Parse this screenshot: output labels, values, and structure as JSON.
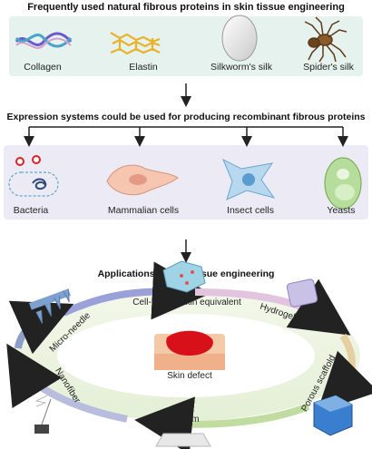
{
  "section1": {
    "title": "Frequently used natural fibrous proteins in skin tissue engineering",
    "items": [
      {
        "label": "Collagen",
        "icon": "collagen-triple-helix-icon"
      },
      {
        "label": "Elastin",
        "icon": "elastin-network-icon"
      },
      {
        "label": "Silkworm's silk",
        "icon": "silkworm-cocoon-icon"
      },
      {
        "label": "Spider's silk",
        "icon": "spider-icon"
      }
    ]
  },
  "section2": {
    "title": "Expression systems could be used for producing recombinant fibrous proteins",
    "items": [
      {
        "label": "Bacteria",
        "icon": "bacteria-plasmid-icon"
      },
      {
        "label": "Mammalian cells",
        "icon": "mammalian-cell-icon"
      },
      {
        "label": "Insect cells",
        "icon": "insect-cell-icon"
      },
      {
        "label": "Yeasts",
        "icon": "yeast-cell-icon"
      }
    ]
  },
  "section3": {
    "title": "Applications in skin tissue engineering",
    "center_label": "Skin defect",
    "applications": [
      {
        "label": "Cell-loaded skin equivalent",
        "icon": "cell-loaded-scaffold-icon"
      },
      {
        "label": "Hydrogel",
        "icon": "hydrogel-icon"
      },
      {
        "label": "Porous scaffold",
        "icon": "porous-scaffold-icon"
      },
      {
        "label": "Film",
        "icon": "film-icon"
      },
      {
        "label": "Nanofiber",
        "icon": "electrospinning-icon"
      },
      {
        "label": "Micro-needle",
        "icon": "micro-needle-icon"
      }
    ]
  },
  "colors": {
    "panel_green": "#e6f2ee",
    "panel_lavender": "#ecebf5",
    "ring_fill": "#eef5e4"
  }
}
